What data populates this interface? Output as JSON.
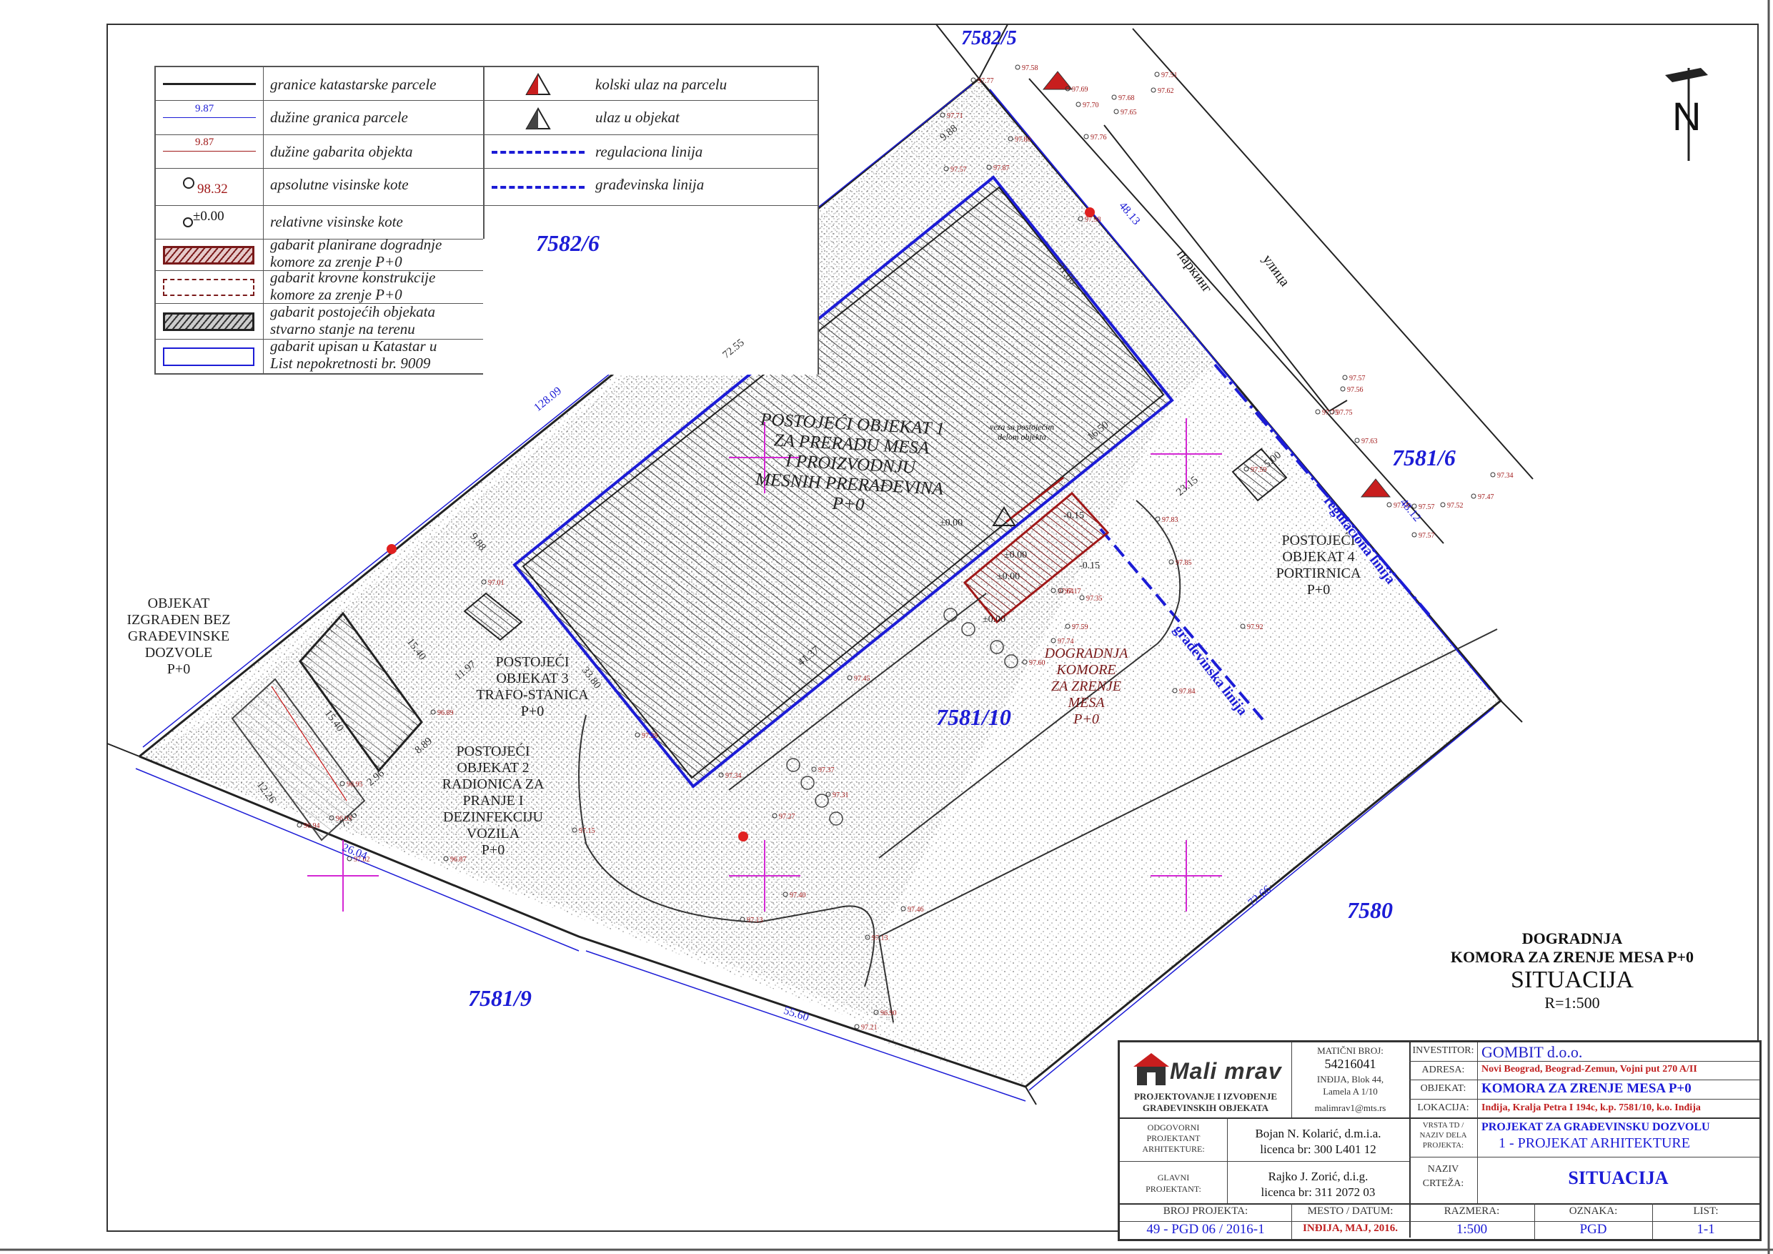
{
  "legend": {
    "items": [
      {
        "label": "granice katastarske parcele"
      },
      {
        "label": "dužine granica parcele",
        "sample": "9.87"
      },
      {
        "label": "dužine gabarita objekta",
        "sample": "9.87"
      },
      {
        "label": "apsolutne visinske kote",
        "sample": "98.32"
      },
      {
        "label": "relativne visinske kote",
        "sample": "±0.00"
      },
      {
        "label": "gabarit planirane dogradnje komore za zrenje P+0",
        "line1": "gabarit planirane dogradnje",
        "line2": "komore za zrenje P+0"
      },
      {
        "label": "gabarit krovne konstrukcije komore za zrenje P+0",
        "line1": "gabarit krovne konstrukcije",
        "line2": "komore za zrenje P+0"
      },
      {
        "label": "gabarit postojećih objekata stvarno stanje na terenu",
        "line1": "gabarit postojećih objekata",
        "line2": "stvarno stanje na terenu"
      },
      {
        "label": "gabarit upisan u Katastar u List nepokretnosti br. 9009",
        "line1": "gabarit upisan u Katastar u",
        "line2": "List nepokretnosti br. 9009"
      }
    ],
    "right_items": [
      {
        "label": "kolski ulaz na parcelu"
      },
      {
        "label": "ulaz u objekat"
      },
      {
        "label": "regulaciona linija"
      },
      {
        "label": "građevinska linija"
      }
    ]
  },
  "parcels": {
    "p1": "7582/5",
    "p2": "7582/6",
    "p3": "7581/6",
    "p4": "7581/10",
    "p5": "7580",
    "p6": "7581/9"
  },
  "buildings": {
    "b1": [
      "POSTOJEĆI OBJEKAT 1",
      "ZA PRERADU MESA",
      "I PROIZVODNJU",
      "MESNIH PRERAĐEVINA",
      "P+0"
    ],
    "b2": [
      "POSTOJEĆI",
      "OBJEKAT 2",
      "RADIONICA ZA",
      "PRANJE I",
      "DEZINFEKCIJU",
      "VOZILA",
      "P+0"
    ],
    "b3": [
      "POSTOJEĆI",
      "OBJEKAT 3",
      "TRAFO-STANICA",
      "P+0"
    ],
    "b4": [
      "POSTOJEĆI",
      "OBJEKAT 4",
      "PORTIRNICA",
      "P+0"
    ],
    "ext": [
      "DOGRADNJA",
      "KOMORE",
      "ZA ZRENJE",
      "MESA",
      "P+0"
    ],
    "illegal": [
      "OBJEKAT",
      "IZGRAĐEN BEZ",
      "GRAĐEVINSKE",
      "DOZVOLE",
      "P+0"
    ]
  },
  "streets": {
    "parking": "паркинг",
    "street": "улица",
    "reg_line": "regulaciona linija",
    "build_line": "građevinska linija",
    "conn_note": [
      "veza sa postojećim",
      "delom objekta"
    ]
  },
  "dims": {
    "d_top": "48.13",
    "d_right": "48.12",
    "d_left": "128.09",
    "d_bottom": "72.66",
    "d_low1": "26.04",
    "d_low2": "55.60",
    "d_b1_long": "72.55",
    "d_b1_short": "41.37",
    "d_b1_side": "31.86",
    "d_gap": "23.15",
    "d_b2a": "15.40",
    "d_b2b": "15.40",
    "d_b2c": "8.89",
    "d_b2d": "11.97",
    "d_b3": "33.80",
    "d_b4": "5.00",
    "d_misc1": "9.88",
    "d_misc2": "9.88",
    "d_misc3": "16.50",
    "d_misc4": "12.26",
    "d_misc5": "7.16",
    "d_misc6": "2.96"
  },
  "levels": [
    "97.77",
    "97.58",
    "97.69",
    "97.70",
    "97.68",
    "97.65",
    "97.62",
    "97.51",
    "97.76",
    "97.71",
    "97.75",
    "97.57",
    "97.80",
    "97.87",
    "97.98",
    "97.57",
    "97.56",
    "97.75",
    "97.63",
    "97.34",
    "97.47",
    "97.52",
    "97.57",
    "97.58",
    "97.57",
    "97.59",
    "97.83",
    "97.85",
    "97.92",
    "97.84",
    "97.64",
    "97.60",
    "97.45",
    "97.28",
    "97.34",
    "97.37",
    "97.31",
    "97.27",
    "97.13",
    "97.21",
    "97.13",
    "97.40",
    "97.46",
    "96.94",
    "96.93",
    "96.87",
    "97.02",
    "96.95",
    "96.90",
    "96.89",
    "97.01",
    "97.15",
    "97.59",
    "97.74",
    "97.35",
    "97.17"
  ],
  "relatives": [
    "±0.00",
    "±0.00",
    "±0.00",
    "±0.00",
    "-0.15",
    "-0.15"
  ],
  "north": "N",
  "drawing": {
    "l1": "DOGRADNJA",
    "l2": "KOMORA ZA ZRENJE MESA P+0",
    "l3": "SITUACIJA",
    "l4": "R=1:500"
  },
  "title_block": {
    "company_logo": "Mali mrav",
    "company_sub1": "PROJEKTOVANJE I IZVOĐENJE",
    "company_sub2": "GRAĐEVINSKIH OBJEKATA",
    "mb_label": "MATIČNI BROJ:",
    "mb_value": "54216041",
    "addr1": "INĐIJA, Blok 44,",
    "addr2": "Lamela A 1/10",
    "email": "malimrav1@mts.rs",
    "investor_label": "INVESTITOR:",
    "investor_value": "GOMBIT d.o.o.",
    "address_label": "ADRESA:",
    "address_value": "Novi Beograd, Beograd-Zemun, Vojni put 270 A/II",
    "object_label": "OBJEKAT:",
    "object_value": "KOMORA ZA ZRENJE MESA P+0",
    "location_label": "LOKACIJA:",
    "location_value": "Inđija, Kralja Petra I 194c, k.p. 7581/10, k.o. Inđija",
    "resp_label1": "ODGOVORNI",
    "resp_label2": "PROJEKTANT",
    "resp_label3": "ARHITEKTURE:",
    "resp_name": "Bojan N. Kolarić, d.m.i.a.",
    "resp_lic": "licenca br: 300 L401 12",
    "main_label1": "GLAVNI",
    "main_label2": "PROJEKTANT:",
    "main_name": "Rajko J. Zorić, d.i.g.",
    "main_lic": "licenca br: 311 2072 03",
    "type_label1": "VRSTA TD /",
    "type_label2": "NAZIV DELA",
    "type_label3": "PROJEKTA:",
    "type_value1": "PROJEKAT ZA GRAĐEVINSKU DOZVOLU",
    "type_value2": "1 - PROJEKAT ARHITEKTURE",
    "drawing_label1": "NAZIV",
    "drawing_label2": "CRTEŽA:",
    "drawing_value": "SITUACIJA",
    "proj_no_label": "BROJ PROJEKTA:",
    "proj_no_value": "49 - PGD 06 / 2016-1",
    "place_label": "MESTO / DATUM:",
    "place_value": "INĐIJA, MAJ, 2016.",
    "scale_label": "RAZMERA:",
    "scale_value": "1:500",
    "mark_label": "OZNAKA:",
    "mark_value": "PGD",
    "sheet_label": "LIST:",
    "sheet_value": "1-1"
  },
  "colors": {
    "blue": "#1c1cd6",
    "red": "#c81e1e",
    "magenta": "#d428d4",
    "dark": "#222222"
  }
}
